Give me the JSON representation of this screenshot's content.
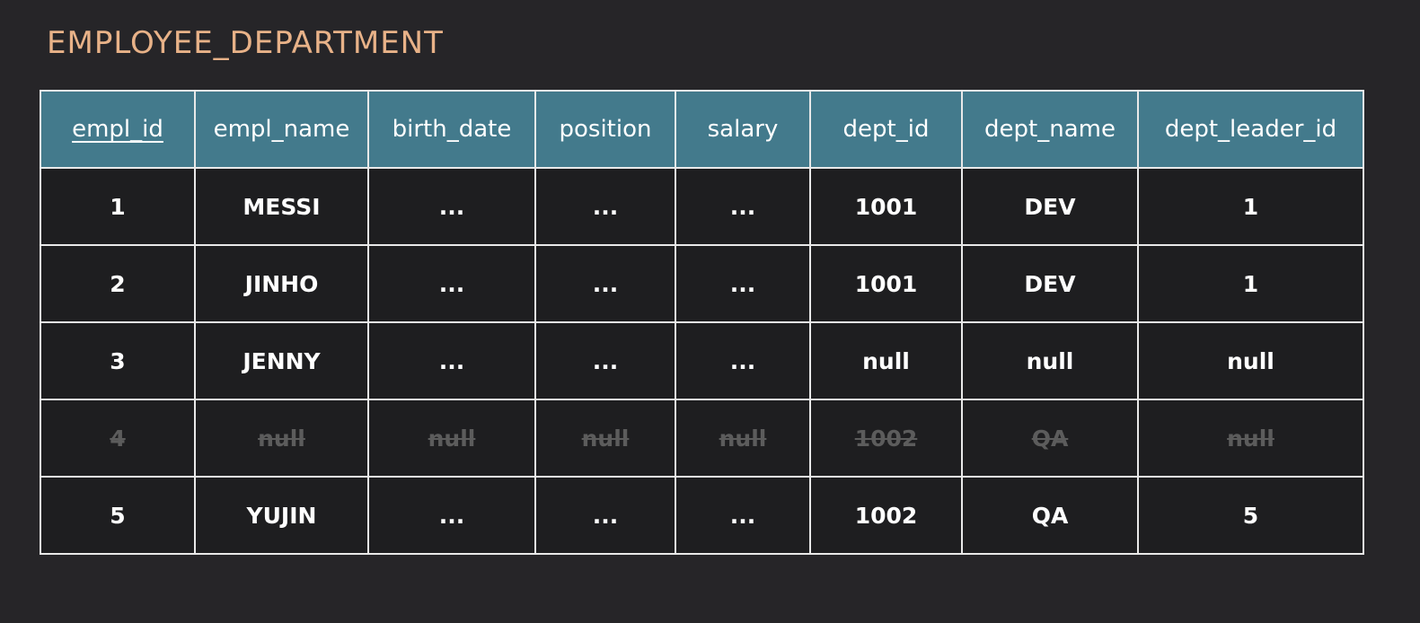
{
  "title": "EMPLOYEE_DEPARTMENT",
  "table": {
    "columns": [
      "empl_id",
      "empl_name",
      "birth_date",
      "position",
      "salary",
      "dept_id",
      "dept_name",
      "dept_leader_id"
    ],
    "primary_key_column": "empl_id",
    "rows": [
      {
        "cells": [
          "1",
          "MESSI",
          "...",
          "...",
          "...",
          "1001",
          "DEV",
          "1"
        ],
        "struck_out": false
      },
      {
        "cells": [
          "2",
          "JINHO",
          "...",
          "...",
          "...",
          "1001",
          "DEV",
          "1"
        ],
        "struck_out": false
      },
      {
        "cells": [
          "3",
          "JENNY",
          "...",
          "...",
          "...",
          "null",
          "null",
          "null"
        ],
        "struck_out": false
      },
      {
        "cells": [
          "4",
          "null",
          "null",
          "null",
          "null",
          "1002",
          "QA",
          "null"
        ],
        "struck_out": true
      },
      {
        "cells": [
          "5",
          "YUJIN",
          "...",
          "...",
          "...",
          "1002",
          "QA",
          "5"
        ],
        "struck_out": false
      }
    ]
  },
  "colors": {
    "background": "#262528",
    "title": "#e8b288",
    "header_fill": "#437a8c",
    "cell_fill": "#1e1e20",
    "grid_lines": "#e9e9e9",
    "struck_text": "#5c5c5c"
  }
}
